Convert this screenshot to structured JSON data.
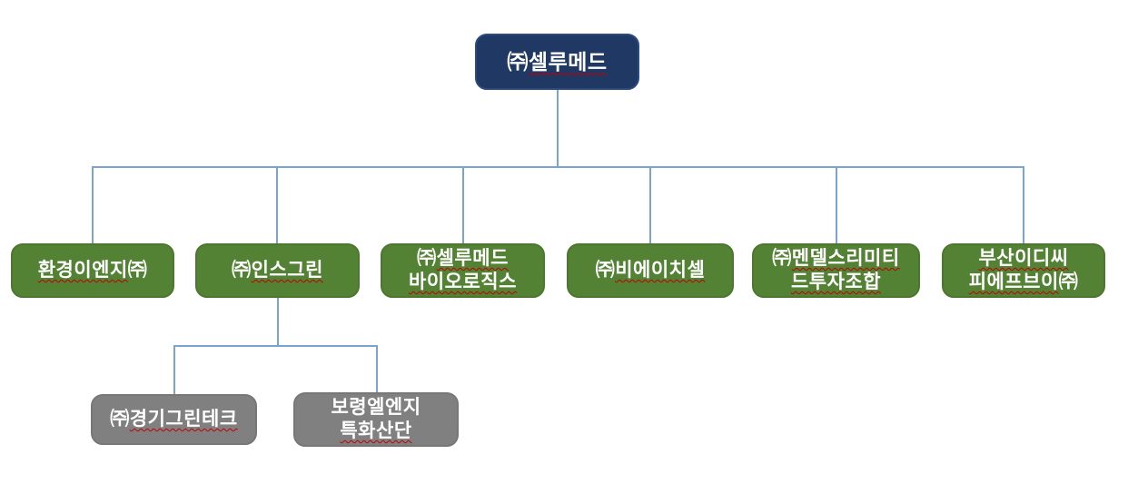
{
  "colors": {
    "bg": "#ffffff",
    "root-fill": "#1f3864",
    "root-border": "#2a4a80",
    "green-fill": "#548235",
    "green-border": "#4d762e",
    "gray-fill": "#808080",
    "gray-border": "#777777",
    "connector": "#7aa4cf",
    "text": "#ffffff",
    "misspell": "#c00000"
  },
  "hierarchy": {
    "root": "㈜셀루메드",
    "children": [
      "환경이엔지㈜",
      "㈜인스그린",
      "㈜셀루메드 바이오로직스",
      "㈜비에이치셀",
      "㈜멘델스리미티드투자조합",
      "부산이디씨피에프브이㈜"
    ],
    "insgreen_children": [
      "㈜경기그린테크",
      "보령엘엔지 특화산단"
    ]
  },
  "nodes": {
    "cellumed": {
      "name": "㈜셀루메드",
      "l1": [
        {
          "t": "㈜"
        },
        {
          "t": "셀루메드"
        }
      ]
    },
    "hwankyung-eng": {
      "name": "환경이엔지㈜",
      "l1": [
        {
          "t": "환경이엔지"
        },
        {
          "t": "㈜"
        }
      ]
    },
    "insgreen": {
      "name": "㈜인스그린",
      "l1": [
        {
          "t": "㈜"
        },
        {
          "t": "인스그린"
        }
      ]
    },
    "cellumed-biologics": {
      "name": "㈜셀루메드 바이오로직스",
      "l1": [
        {
          "t": "㈜"
        },
        {
          "t": "셀루메드"
        }
      ],
      "l2": [
        {
          "t": "바이오로직스"
        }
      ]
    },
    "bh-cell": {
      "name": "㈜비에이치셀",
      "l1": [
        {
          "t": "㈜"
        },
        {
          "t": "비에이치셀"
        }
      ]
    },
    "mendels": {
      "name": "㈜멘델스리미티드투자조합",
      "l1": [
        {
          "t": "㈜"
        },
        {
          "t": "멘델스리미티"
        }
      ],
      "l2": [
        {
          "t": "드투자조합"
        }
      ]
    },
    "busan-edc": {
      "name": "부산이디씨피에프브이㈜",
      "l1": [
        {
          "t": "부산이디씨"
        }
      ],
      "l2": [
        {
          "t": "피에프브이"
        },
        {
          "t": "㈜"
        }
      ]
    },
    "gyeonggi-greentech": {
      "name": "㈜경기그린테크",
      "l1": [
        {
          "t": "㈜"
        },
        {
          "t": "경기그린테크"
        }
      ]
    },
    "boryeong-lng": {
      "name": "보령엘엔지 특화산단",
      "l1": [
        {
          "t": "보령엘엔지"
        }
      ],
      "l2": [
        {
          "t": "특화산단"
        }
      ]
    }
  }
}
